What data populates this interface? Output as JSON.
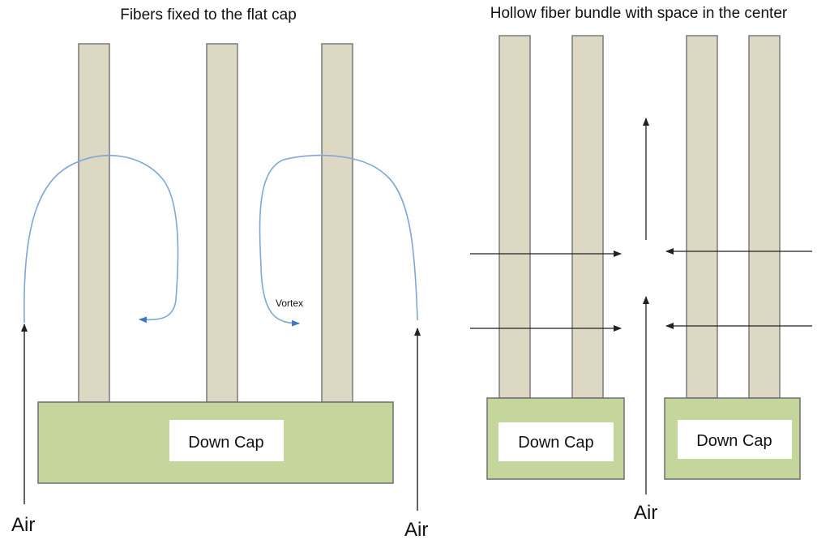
{
  "left_panel": {
    "title": "Fibers fixed to the flat cap",
    "cap_label": "Down Cap",
    "air_left": "Air",
    "air_right": "Air",
    "vortex_label": "Vortex"
  },
  "right_panel": {
    "title": "Hollow fiber bundle with space in the center",
    "cap_left_label": "Down Cap",
    "cap_right_label": "Down Cap",
    "air_label": "Air"
  },
  "colors": {
    "fiber_fill": "#ddd8c3",
    "fiber_stroke": "#7a7a7a",
    "cap_fill": "#c4d69c",
    "cap_stroke": "#6e6e6e",
    "label_box": "#ffffff",
    "flow_curve": "#7fa6d6",
    "flow_arrowhead": "#3f78c8",
    "arrow": "#222222"
  }
}
